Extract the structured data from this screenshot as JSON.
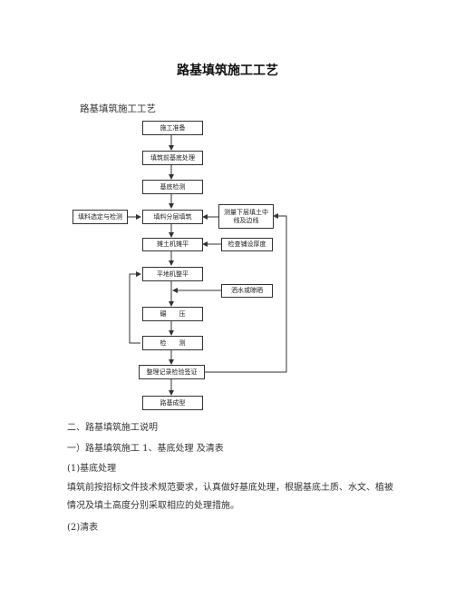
{
  "doc": {
    "title": "路基填筑施工工艺",
    "subtitle": "路基填筑施工工艺"
  },
  "flowchart": {
    "main": [
      "施工准备",
      "填筑前基底处理",
      "基底检测",
      "填料分层填筑",
      "摊土机摊平",
      "平地机整平",
      "碾　　压",
      "检　　测",
      "整理记录检验签证",
      "路基成型"
    ],
    "left": "填料选定与检测",
    "right_top": "测量下层填土中\n线及边线",
    "right_mid1": "检查铺设厚度",
    "right_mid2": "洒水或晾晒"
  },
  "body": {
    "line1": "二、路基填筑施工说明",
    "line2": "一）路基填筑施工 1、基底处理  及清表",
    "line3": "(1)基底处理",
    "para1": "填筑前按招标文件技术规范要求，认真做好基底处理，根据基底土质、水文、植被情况及填土高度分别采取相应的处理措施。",
    "line4": "(2)清表"
  }
}
